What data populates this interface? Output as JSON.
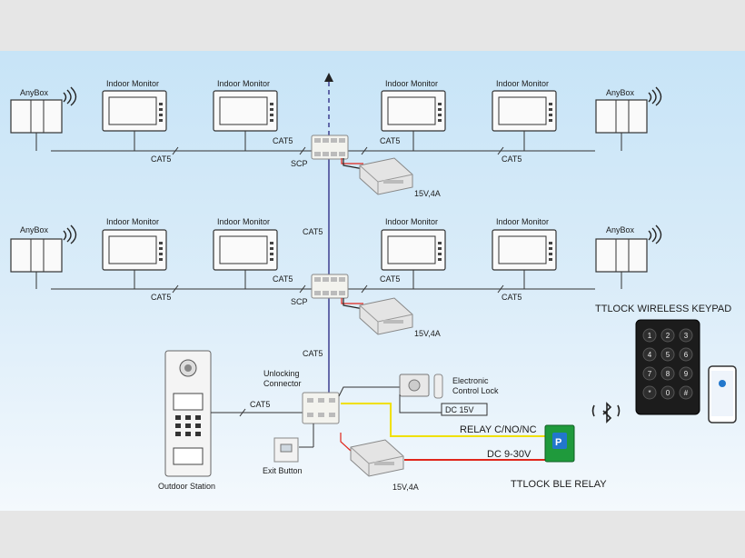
{
  "labels": {
    "anybox": "AnyBox",
    "indoor_monitor": "Indoor Monitor",
    "cat5": "CAT5",
    "scp": "SCP",
    "psu": "15V,4A",
    "unlocking_connector_1": "Unlocking",
    "unlocking_connector_2": "Connector",
    "electronic_lock_1": "Electronic",
    "electronic_lock_2": "Control Lock",
    "dc15v": "DC 15V",
    "relay_cno": "RELAY C/NO/NC",
    "dc930": "DC 9-30V",
    "ttlock_keypad": "TTLOCK WIRELESS KEYPAD",
    "ttlock_relay": "TTLOCK BLE RELAY",
    "outdoor_station": "Outdoor Station",
    "exit_button": "Exit Button"
  },
  "keypad_keys": [
    "1",
    "2",
    "3",
    "4",
    "5",
    "6",
    "7",
    "8",
    "9",
    "*",
    "0",
    "#"
  ],
  "colors": {
    "background_top": "#c7e4f7",
    "riser_line": "#3d3f8f",
    "relay_wire": "#f0e000",
    "dc_wire": "#e0261b",
    "relay_box": "#1f9a3c",
    "keypad": "#1c1c1c"
  }
}
